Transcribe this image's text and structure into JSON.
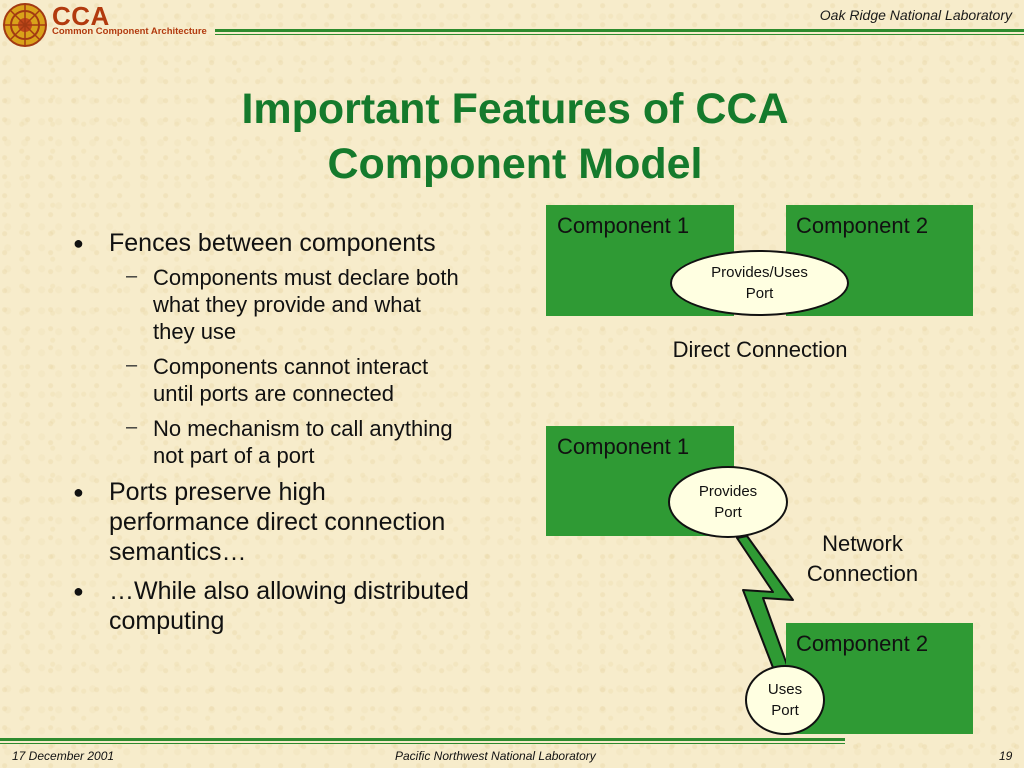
{
  "header": {
    "logo_title": "CCA",
    "logo_subtitle": "Common Component Architecture",
    "organization": "Oak Ridge National Laboratory"
  },
  "title": {
    "line1": "Important Features of CCA",
    "line2": "Component Model"
  },
  "bullets": {
    "b1": "Fences between components",
    "b1_subs": [
      [
        "Components must declare both",
        "what they provide and what",
        "they use"
      ],
      [
        "Components cannot interact",
        "until ports are connected"
      ],
      [
        "No mechanism to call anything",
        "not part of a port"
      ]
    ],
    "b2": [
      "Ports preserve high",
      "performance direct connection",
      "semantics…"
    ],
    "b3": [
      "…While also allowing distributed",
      "computing"
    ]
  },
  "diagram": {
    "direct": {
      "component1": "Component 1",
      "component2": "Component 2",
      "port": [
        "Provides/Uses",
        "Port"
      ],
      "caption": "Direct Connection"
    },
    "network": {
      "component1": "Component 1",
      "component2": "Component 2",
      "provides_port": [
        "Provides",
        "Port"
      ],
      "uses_port": [
        "Uses",
        "Port"
      ],
      "caption": [
        "Network",
        "Connection"
      ]
    }
  },
  "footer": {
    "date": "17 December 2001",
    "lab": "Pacific Northwest National Laboratory",
    "page": "19"
  },
  "colors": {
    "component_green": "#2f9a34",
    "title_green": "#157a2c",
    "logo_red": "#b23a0e",
    "port_fill": "#ffffe1"
  }
}
